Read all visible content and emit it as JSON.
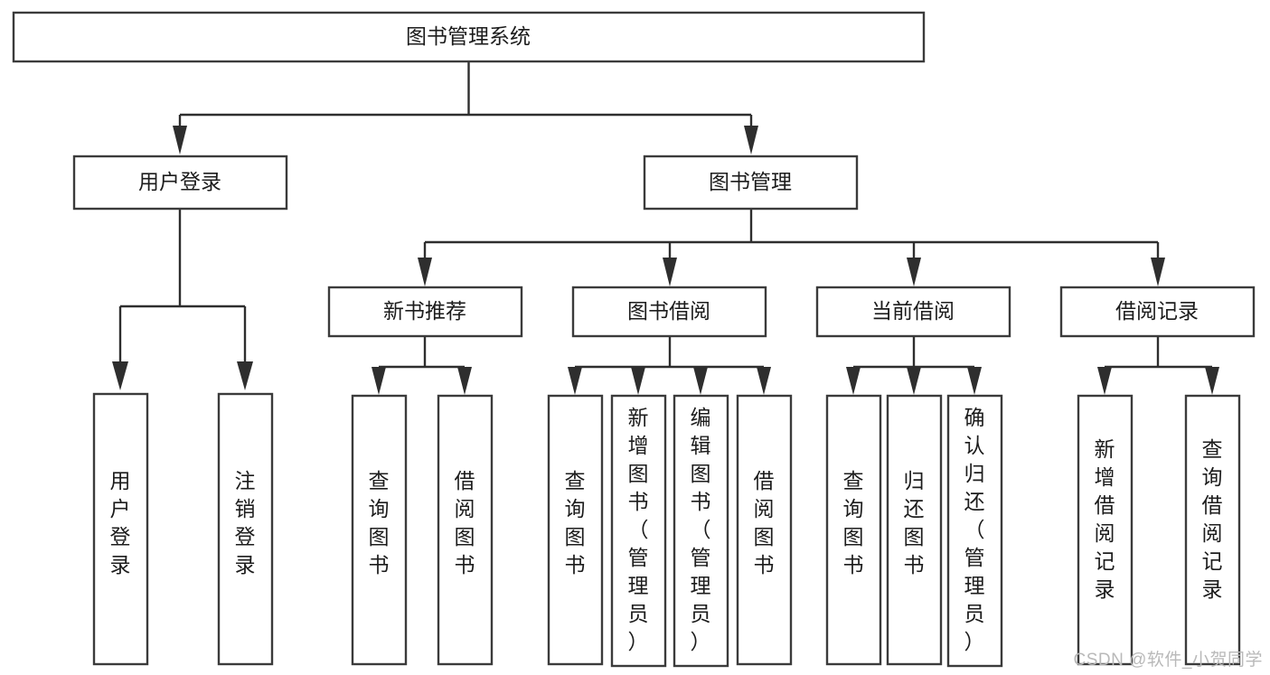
{
  "diagram": {
    "type": "tree",
    "title": "图书管理系统",
    "orientation": "top-down",
    "colors": {
      "box_fill": "#ffffff",
      "box_stroke": "#3b3b3b",
      "connector": "#2e2e2e",
      "text": "#1c1c1c",
      "background": "#ffffff",
      "watermark": "#b9b9b9"
    },
    "root": {
      "label": "图书管理系统"
    },
    "level1": [
      {
        "label": "用户登录"
      },
      {
        "label": "图书管理"
      }
    ],
    "level2": [
      {
        "label": "新书推荐",
        "parent": "图书管理"
      },
      {
        "label": "图书借阅",
        "parent": "图书管理"
      },
      {
        "label": "当前借阅",
        "parent": "图书管理"
      },
      {
        "label": "借阅记录",
        "parent": "图书管理"
      }
    ],
    "leaves": {
      "用户登录": [
        "用户登录",
        "注销登录"
      ],
      "新书推荐": [
        "查询图书",
        "借阅图书"
      ],
      "图书借阅": [
        "查询图书",
        "新增图书（管理员）",
        "编辑图书（管理员）",
        "借阅图书"
      ],
      "当前借阅": [
        "查询图书",
        "归还图书",
        "确认归还（管理员）"
      ],
      "借阅记录": [
        "新增借阅记录",
        "查询借阅记录"
      ]
    }
  },
  "labels": {
    "root": "图书管理系统",
    "l1_user_login": "用户登录",
    "l1_book_manage": "图书管理",
    "l2_new_book_rec": "新书推荐",
    "l2_book_borrow": "图书借阅",
    "l2_current_borrow": "当前借阅",
    "l2_borrow_record": "借阅记录",
    "leaf_user_login": "用户登录",
    "leaf_logout": "注销登录",
    "leaf_query_book_a": "查询图书",
    "leaf_borrow_book_a": "借阅图书",
    "leaf_query_book_b": "查询图书",
    "leaf_add_book_admin": "新增图书（管理员）",
    "leaf_edit_book_admin": "编辑图书（管理员）",
    "leaf_borrow_book_b": "借阅图书",
    "leaf_query_book_c": "查询图书",
    "leaf_return_book": "归还图书",
    "leaf_confirm_return_admin": "确认归还（管理员）",
    "leaf_add_record": "新增借阅记录",
    "leaf_query_record": "查询借阅记录"
  },
  "watermark": {
    "text": "CSDN @软件_小贺同学"
  }
}
